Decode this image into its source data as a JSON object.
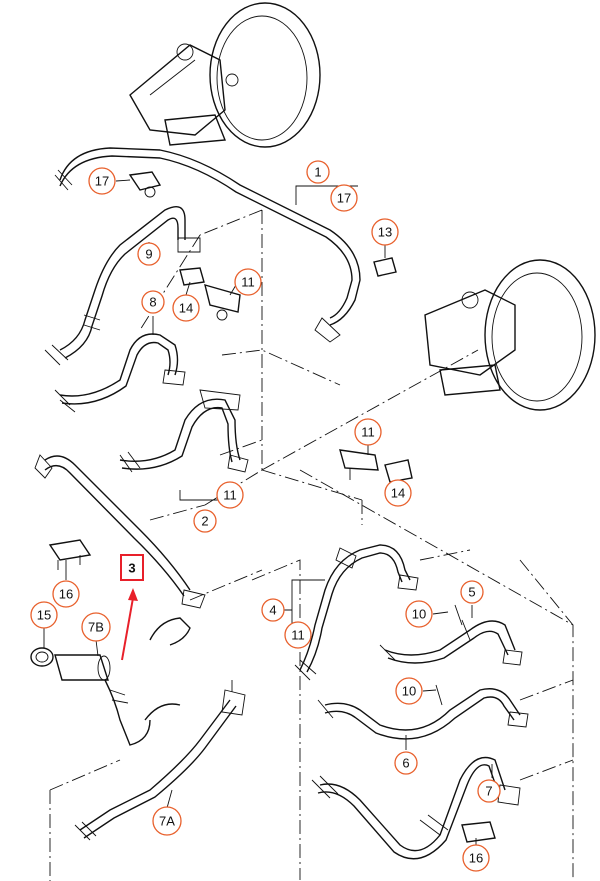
{
  "callouts": [
    {
      "id": "c1",
      "text": "1"
    },
    {
      "id": "c17a",
      "text": "17"
    },
    {
      "id": "c17b",
      "text": "17"
    },
    {
      "id": "c13",
      "text": "13"
    },
    {
      "id": "c9",
      "text": "9"
    },
    {
      "id": "c11a",
      "text": "11"
    },
    {
      "id": "c14a",
      "text": "14"
    },
    {
      "id": "c8",
      "text": "8"
    },
    {
      "id": "c11b",
      "text": "11"
    },
    {
      "id": "c2",
      "text": "2"
    },
    {
      "id": "c11c",
      "text": "11"
    },
    {
      "id": "c14b",
      "text": "14"
    },
    {
      "id": "c3",
      "text": "3"
    },
    {
      "id": "c16a",
      "text": "16"
    },
    {
      "id": "c15",
      "text": "15"
    },
    {
      "id": "c7b",
      "text": "7B"
    },
    {
      "id": "c4",
      "text": "4"
    },
    {
      "id": "c11d",
      "text": "11"
    },
    {
      "id": "c5",
      "text": "5"
    },
    {
      "id": "c10a",
      "text": "10"
    },
    {
      "id": "c10b",
      "text": "10"
    },
    {
      "id": "c6",
      "text": "6"
    },
    {
      "id": "c7",
      "text": "7"
    },
    {
      "id": "c16b",
      "text": "16"
    },
    {
      "id": "c7a",
      "text": "7A"
    }
  ],
  "colors": {
    "callout_ring": "#e8602c",
    "highlight": "#e8202a",
    "line": "#111111"
  }
}
